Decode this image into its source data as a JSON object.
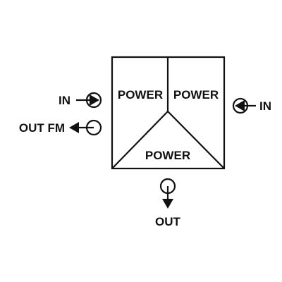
{
  "diagram": {
    "block": {
      "top_left_label": "POWER",
      "top_right_label": "POWER",
      "bottom_label": "POWER"
    },
    "ports": {
      "left_in": "IN",
      "left_out_fm": "OUT FM",
      "right_in": "IN",
      "bottom_out": "OUT"
    },
    "colors": {
      "line": "#111111",
      "background": "#ffffff"
    },
    "icons": {
      "left_in": "input-arrow-icon",
      "left_out_fm": "output-arrow-icon",
      "right_in": "input-arrow-icon",
      "bottom_out": "output-arrow-down-icon"
    }
  }
}
